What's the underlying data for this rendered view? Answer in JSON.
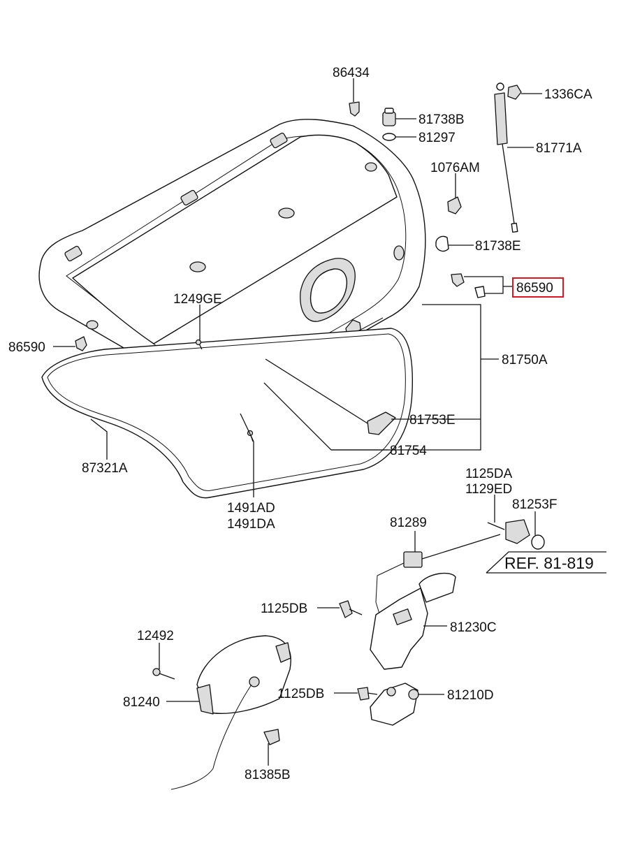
{
  "diagram": {
    "labels": {
      "p86434": "86434",
      "p81738B": "81738B",
      "p81297": "81297",
      "p1336CA": "1336CA",
      "p81771A": "81771A",
      "p1076AM": "1076AM",
      "p81738E": "81738E",
      "p86590_right": "86590",
      "p1249GE": "1249GE",
      "p86590_left": "86590",
      "p81750A": "81750A",
      "p81753E": "81753E",
      "p81754": "81754",
      "p87321A": "87321A",
      "p1491AD": "1491AD",
      "p1491DA": "1491DA",
      "p1125DA": "1125DA",
      "p1129ED": "1129ED",
      "p81253F": "81253F",
      "p81289": "81289",
      "ref": "REF. 81-819",
      "p1125DB_upper": "1125DB",
      "p81230C": "81230C",
      "p12492": "12492",
      "p81240": "81240",
      "p1125DB_lower": "1125DB",
      "p81210D": "81210D",
      "p81385B": "81385B"
    },
    "highlighted_part": "86590",
    "highlight_color": "#e0141e"
  }
}
